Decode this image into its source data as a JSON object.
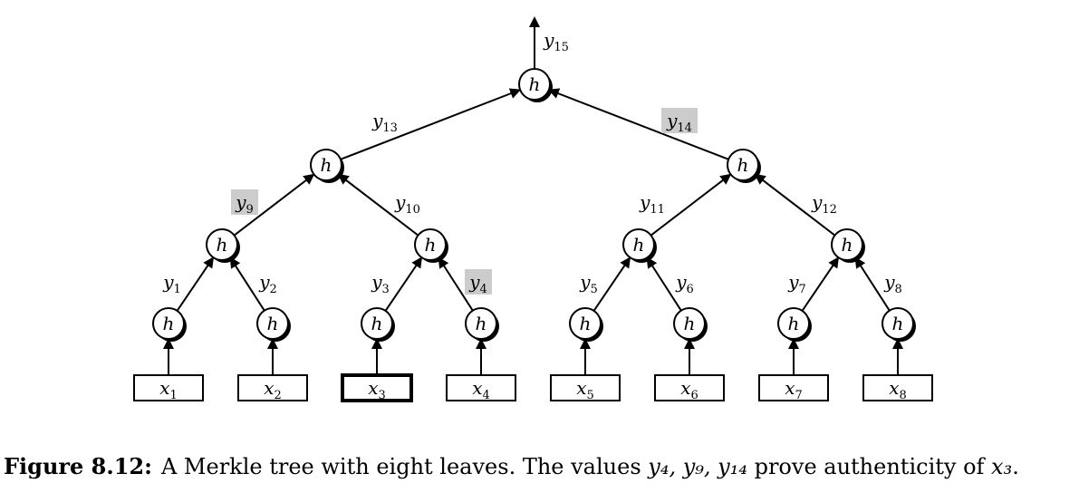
{
  "figure": {
    "hash_symbol": "h",
    "root_output": {
      "var": "y",
      "sub": "15"
    },
    "internal_level1": [
      {
        "var": "y",
        "sub": "13",
        "highlighted": false
      },
      {
        "var": "y",
        "sub": "14",
        "highlighted": true
      }
    ],
    "internal_level2": [
      {
        "var": "y",
        "sub": "9",
        "highlighted": true
      },
      {
        "var": "y",
        "sub": "10",
        "highlighted": false
      },
      {
        "var": "y",
        "sub": "11",
        "highlighted": false
      },
      {
        "var": "y",
        "sub": "12",
        "highlighted": false
      }
    ],
    "leaf_hashes": [
      {
        "var": "y",
        "sub": "1",
        "highlighted": false
      },
      {
        "var": "y",
        "sub": "2",
        "highlighted": false
      },
      {
        "var": "y",
        "sub": "3",
        "highlighted": false
      },
      {
        "var": "y",
        "sub": "4",
        "highlighted": true
      },
      {
        "var": "y",
        "sub": "5",
        "highlighted": false
      },
      {
        "var": "y",
        "sub": "6",
        "highlighted": false
      },
      {
        "var": "y",
        "sub": "7",
        "highlighted": false
      },
      {
        "var": "y",
        "sub": "8",
        "highlighted": false
      }
    ],
    "leaves": [
      {
        "var": "x",
        "sub": "1",
        "emphasized": false
      },
      {
        "var": "x",
        "sub": "2",
        "emphasized": false
      },
      {
        "var": "x",
        "sub": "3",
        "emphasized": true
      },
      {
        "var": "x",
        "sub": "4",
        "emphasized": false
      },
      {
        "var": "x",
        "sub": "5",
        "emphasized": false
      },
      {
        "var": "x",
        "sub": "6",
        "emphasized": false
      },
      {
        "var": "x",
        "sub": "7",
        "emphasized": false
      },
      {
        "var": "x",
        "sub": "8",
        "emphasized": false
      }
    ],
    "colors": {
      "highlight_fill": "#cccccc",
      "stroke": "#000000",
      "node_fill": "#ffffff"
    }
  },
  "caption": {
    "label": "Figure 8.12:",
    "text_before": "A Merkle tree with eight leaves. The values ",
    "math": "y₄, y₉, y₁₄",
    "text_after": " prove authenticity of ",
    "math_end": "x₃",
    "period": "."
  }
}
